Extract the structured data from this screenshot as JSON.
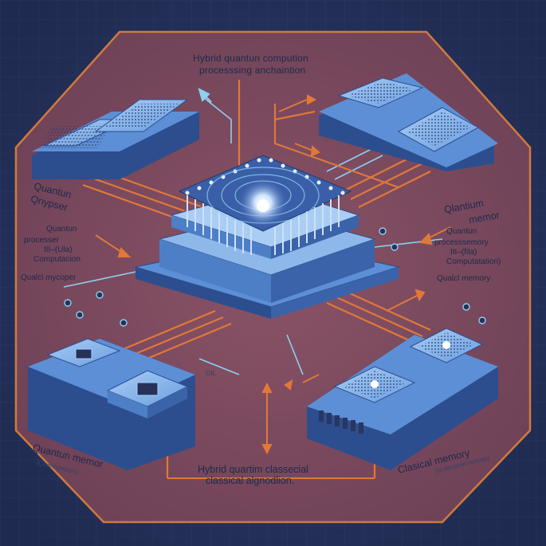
{
  "colors": {
    "background": "#26315a",
    "panel_fill": "#7e4a5d",
    "panel_border": "#d07a3c",
    "chip_light": "#8fb8ea",
    "chip_mid": "#5d8fd6",
    "chip_dark": "#2c4e8e",
    "wire_orange": "#e0783a",
    "wire_blue": "#8ed0f0"
  },
  "labels": {
    "top_title_line1": "Hybrid quantun compution",
    "top_title_line2": "processsing anchaintion",
    "left_quantum": "Quantun",
    "left_quantum_2": "Qnypser",
    "left_processor": "Quantun",
    "left_processor_2": "processer",
    "left_paren": "III–(Ula)",
    "left_computation": "Computacion",
    "left_mycoper": "Qualcl mycoper",
    "right_memory_1": "Qlantium",
    "right_memory_2": "memor",
    "right_processor_1": "Quantun",
    "right_processor_2": "processsemory",
    "right_paren": "III–(fila)",
    "right_computation": "Computatation)",
    "right_classical": "Qualcl memory",
    "bottom_left_main": "Quantun memor",
    "bottom_left_sub": "(Quantunmem)",
    "bottom_center_1": "Hybrid quartim classecial",
    "bottom_center_2": "classical algnodlion.",
    "bottom_right_main": "Clasical memory",
    "bottom_right_sub": "(ci dausmemunuse)",
    "center_small": "OIL"
  }
}
